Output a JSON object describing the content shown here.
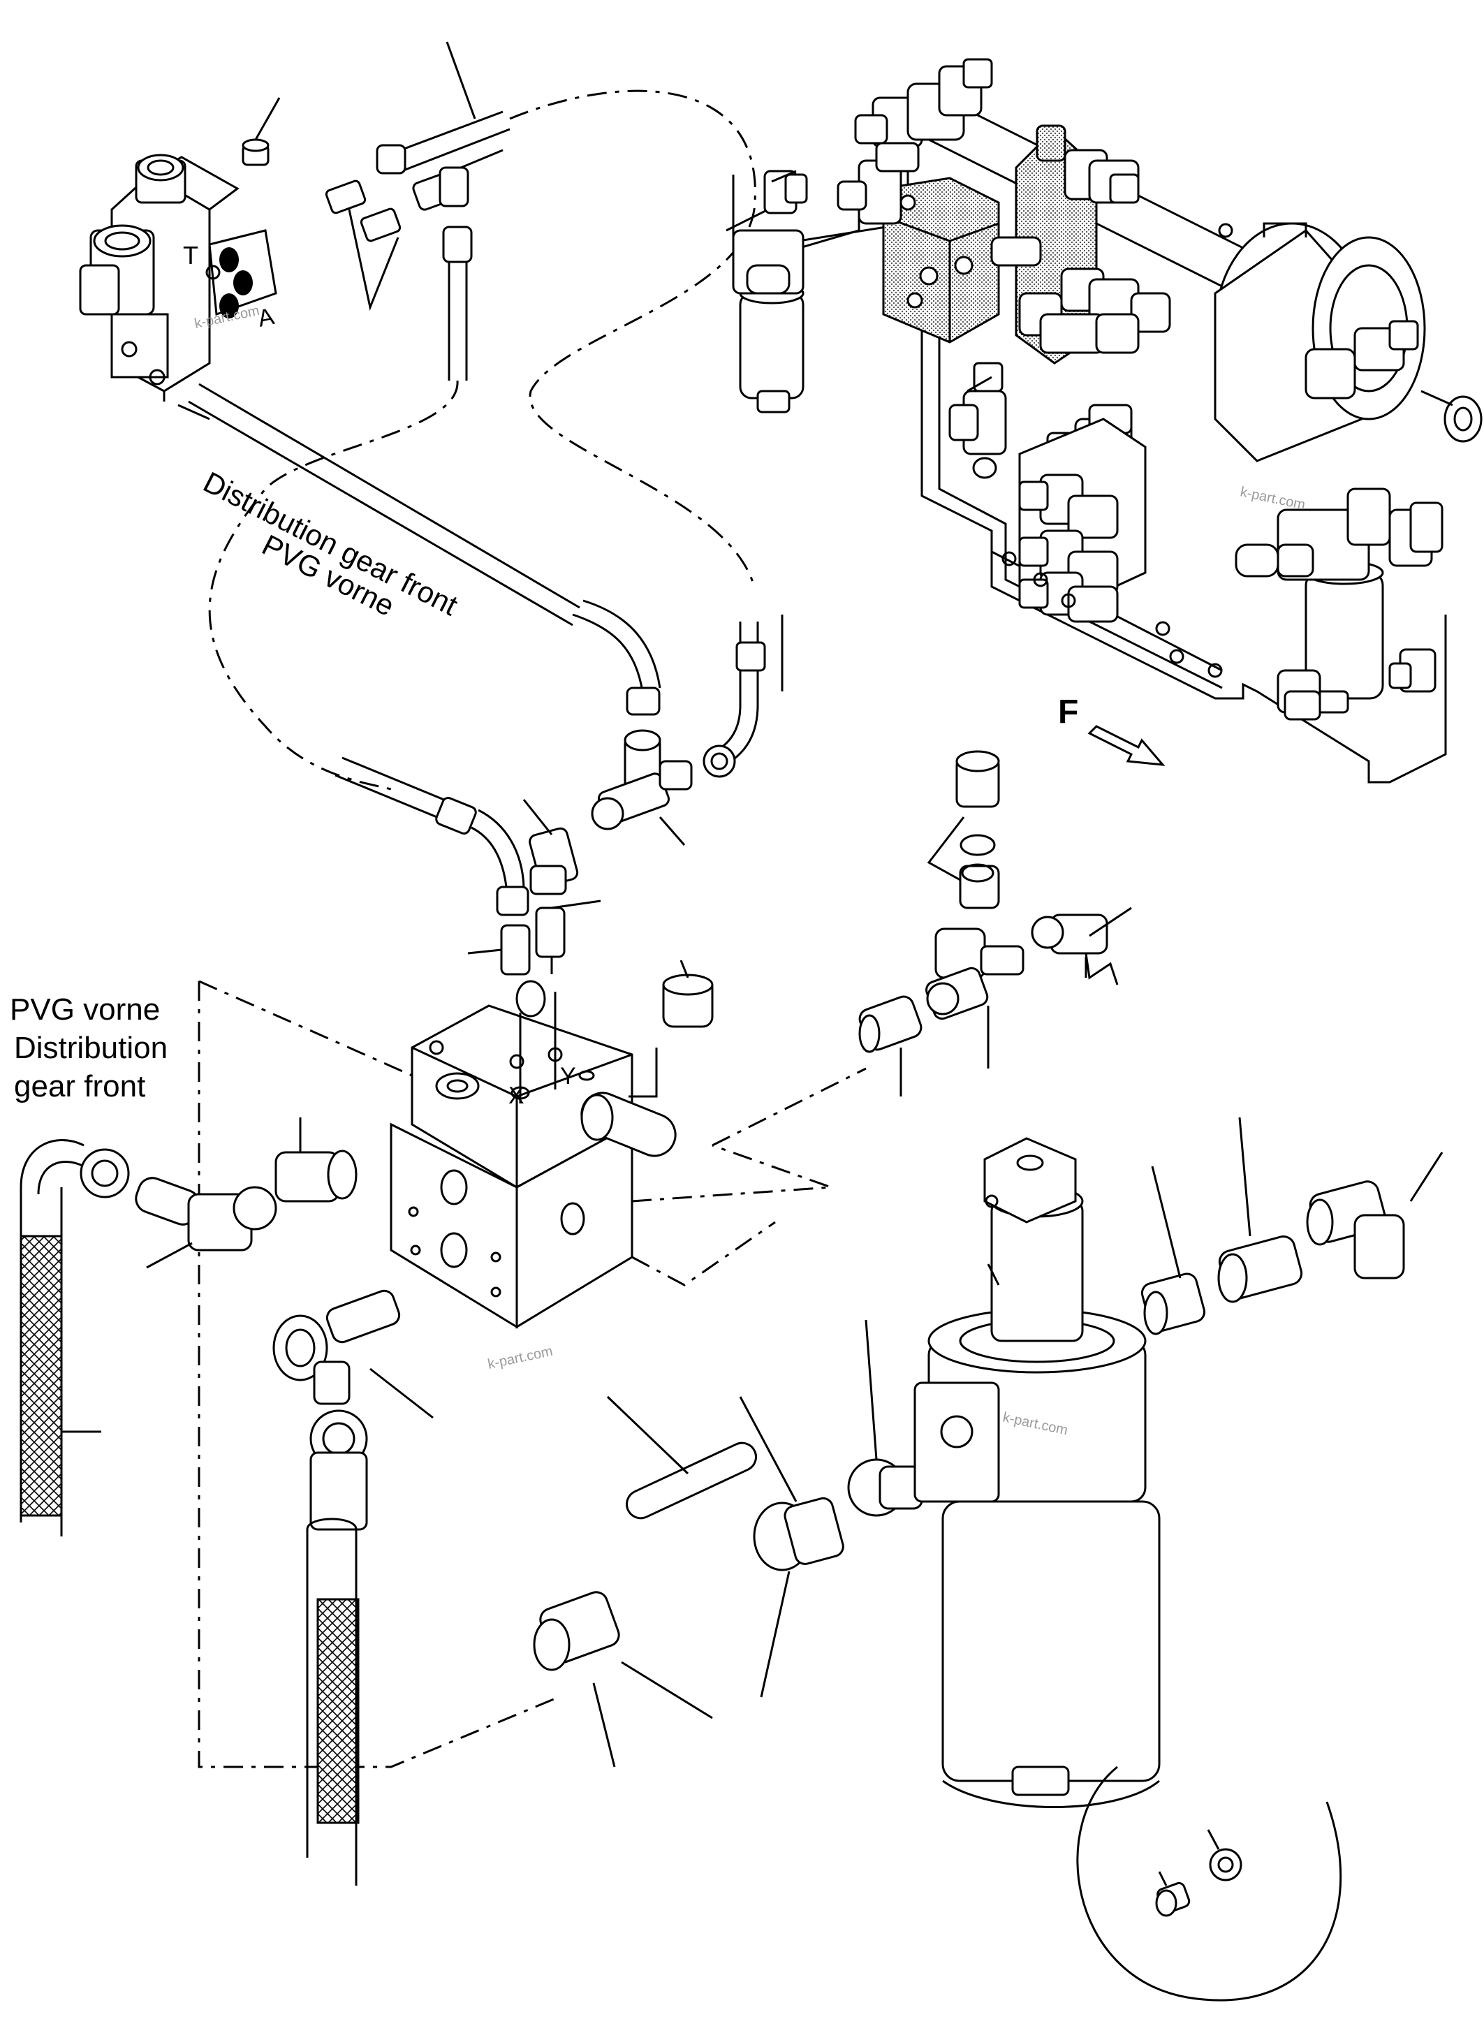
{
  "labels": {
    "pvg_front_line1": "Distribution gear front",
    "pvg_front_line2": "PVG vorne",
    "pvg_left_line1": "PVG vorne",
    "pvg_left_line2": "Distribution",
    "pvg_left_line3": "gear front",
    "port_t": "T",
    "port_a": "A",
    "port_x": "X",
    "port_y": "Y",
    "direction": "F"
  },
  "watermarks": [
    "k-part.com",
    "k-part.com",
    "k-part.com",
    "k-part.com"
  ]
}
